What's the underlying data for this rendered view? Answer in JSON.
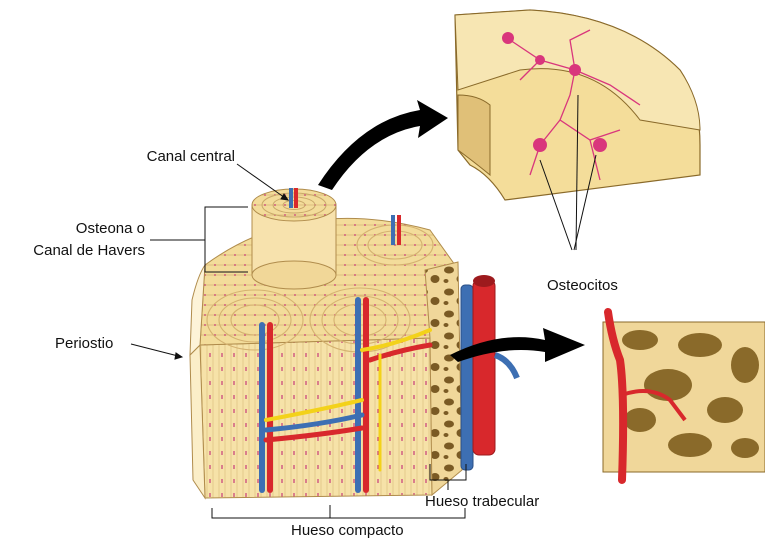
{
  "labels": {
    "canal_central": "Canal central",
    "osteona_line1": "Osteona o",
    "osteona_line2": "Canal de Havers",
    "periostio": "Periostio",
    "osteocitos": "Osteocitos",
    "hueso_trabecular": "Hueso trabecular",
    "hueso_compacto": "Hueso compacto"
  },
  "colors": {
    "bone": "#f3dc9a",
    "bone_light": "#fbeec8",
    "lamella_line": "#c9a86a",
    "osteocyte": "#d9367c",
    "artery": "#d8282c",
    "vein": "#3d6fb3",
    "nerve": "#f3d21a",
    "trabecular_bg": "#8a6a2a",
    "arrow": "#000000"
  }
}
